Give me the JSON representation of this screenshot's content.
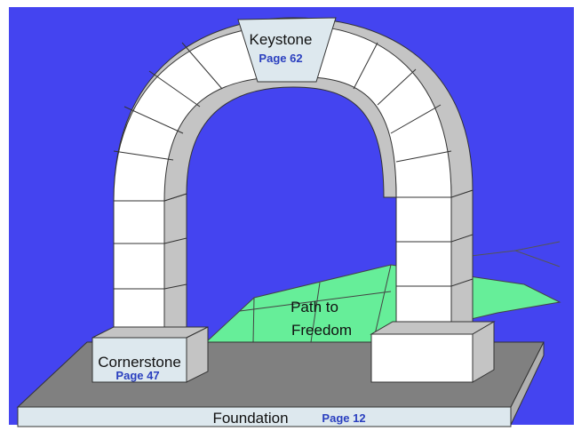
{
  "labels": {
    "keystone": {
      "name": "Keystone",
      "page": "Page 62"
    },
    "cornerstone": {
      "name": "Cornerstone",
      "page": "Page 47"
    },
    "foundation": {
      "name": "Foundation",
      "page": "Page 12"
    },
    "path": {
      "line1": "Path to",
      "line2": "Freedom"
    }
  },
  "colors": {
    "background": "#4444f0",
    "stone_face": "#ffffff",
    "stone_side": "#c4c4c4",
    "label_stone": "#dde8ee",
    "base_top": "#808080",
    "path": "#66ee99",
    "page_ref": "#2a3fbf"
  }
}
